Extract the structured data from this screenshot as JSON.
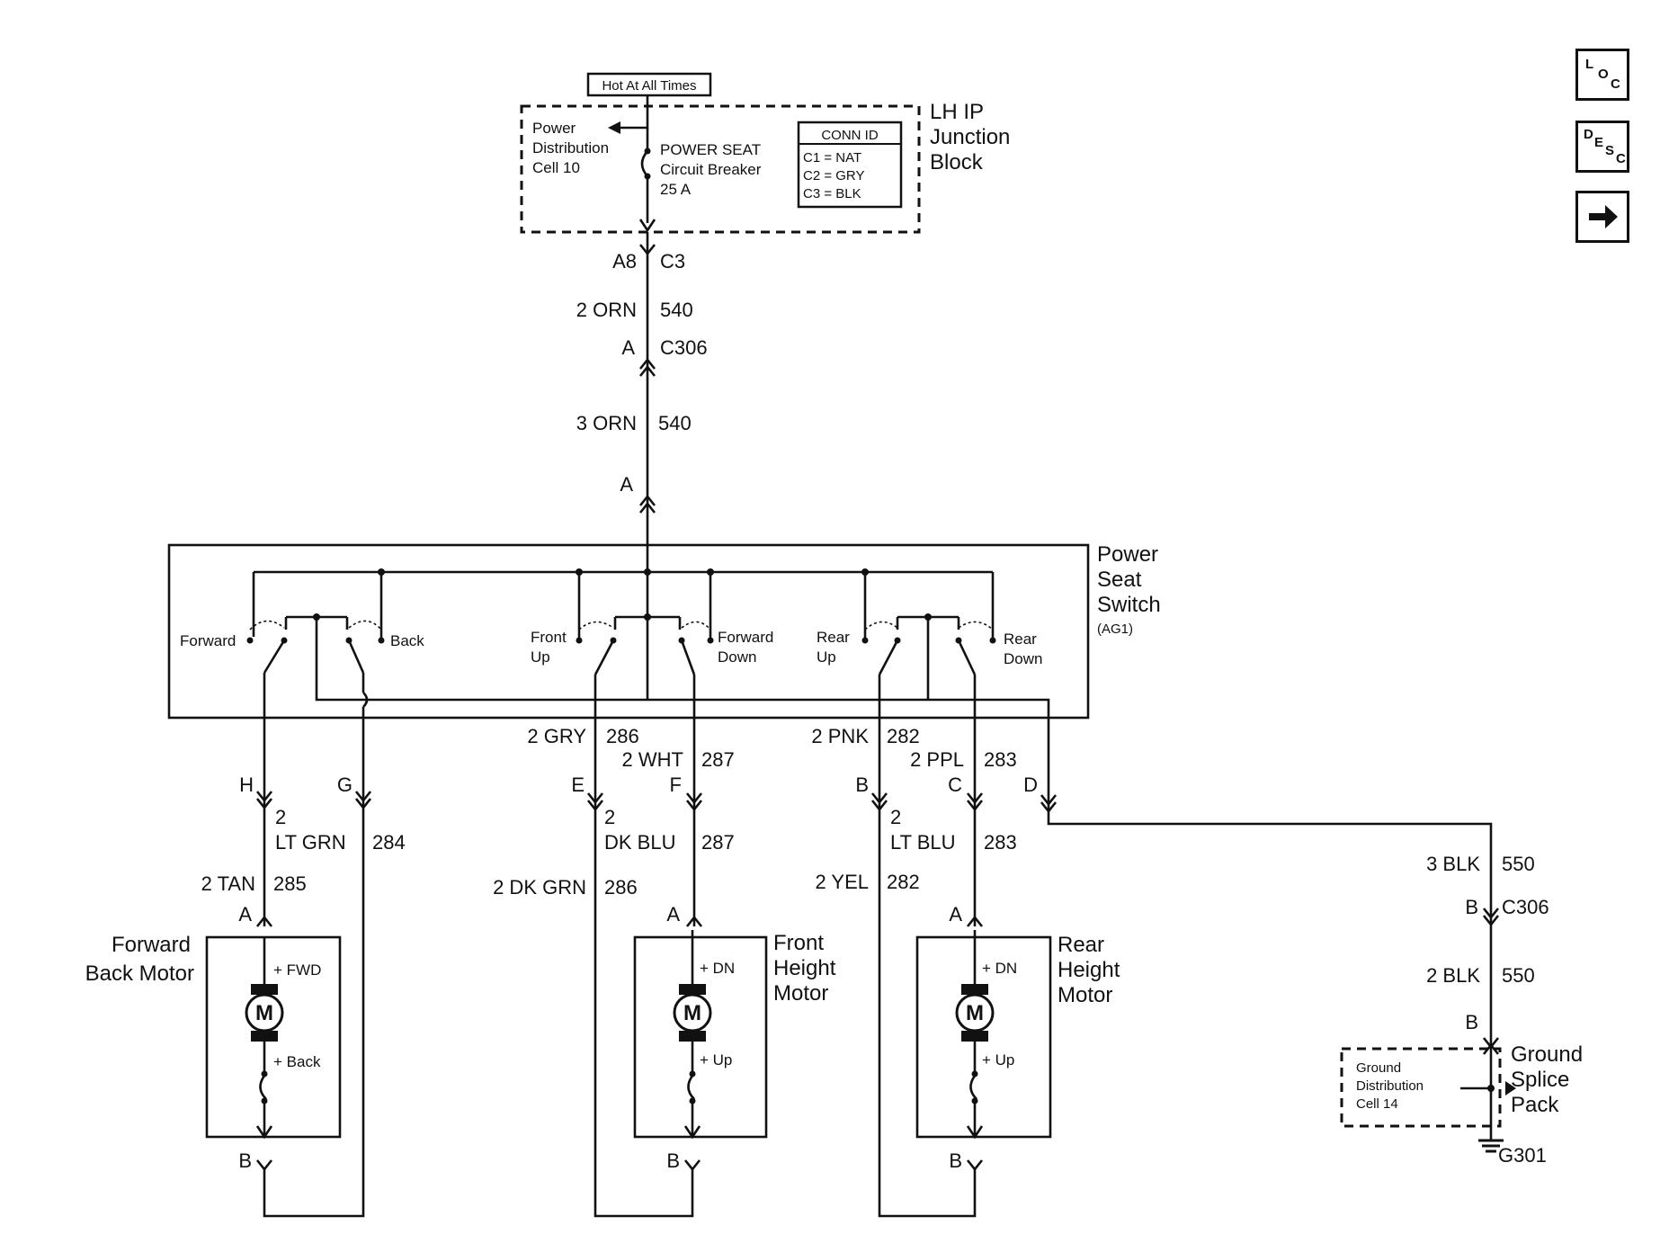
{
  "nav": {
    "loc": [
      "L",
      "O",
      "C"
    ],
    "desc": [
      "D",
      "E",
      "S",
      "C"
    ],
    "next_icon": "arrow-right-icon"
  },
  "hot_label": "Hot At All Times",
  "junction": {
    "title": [
      "LH IP",
      "Junction",
      "Block"
    ],
    "power_dist": [
      "Power",
      "Distribution",
      "Cell 10"
    ],
    "breaker": [
      "POWER SEAT",
      "Circuit Breaker",
      "25 A"
    ],
    "conn_title": "CONN ID",
    "conn": [
      "C1 = NAT",
      "C2 = GRY",
      "C3 = BLK"
    ]
  },
  "feed": {
    "a8": "A8",
    "c3": "C3",
    "w1_color": "2 ORN",
    "w1_num": "540",
    "c306_pin": "A",
    "c306": "C306",
    "w2_color": "3 ORN",
    "w2_num": "540",
    "sw_pin": "A"
  },
  "switch": {
    "title": [
      "Power",
      "Seat",
      "Switch"
    ],
    "code": "(AG1)",
    "labels": {
      "forward": "Forward",
      "back": "Back",
      "front_up": [
        "Front",
        "Up"
      ],
      "forward_down": [
        "Forward",
        "Down"
      ],
      "rear_up": [
        "Rear",
        "Up"
      ],
      "rear_down": [
        "Rear",
        "Down"
      ]
    }
  },
  "wires": {
    "gry_color": "2 GRY",
    "gry_num": "286",
    "wht_color": "2 WHT",
    "wht_num": "287",
    "pnk_color": "2 PNK",
    "pnk_num": "282",
    "ppl_color": "2 PPL",
    "ppl_num": "283",
    "pins": {
      "h": "H",
      "g": "G",
      "e": "E",
      "f": "F",
      "b": "B",
      "c": "C",
      "d": "D"
    },
    "ltgrn": [
      "2",
      "LT GRN"
    ],
    "ltgrn_num": "284",
    "tan_color": "2 TAN",
    "tan_num": "285",
    "dkblu": [
      "2",
      "DK BLU"
    ],
    "dkblu_num": "287",
    "dkgrn_color": "2 DK GRN",
    "dkgrn_num": "286",
    "ltblu": [
      "2",
      "LT BLU"
    ],
    "ltblu_num": "283",
    "yel_color": "2 YEL",
    "yel_num": "282"
  },
  "motors": {
    "forward_back": {
      "title": [
        "Forward",
        "Back Motor"
      ],
      "top": "+ FWD",
      "bottom": "+ Back",
      "pin_a": "A",
      "pin_b": "B"
    },
    "front_height": {
      "title": [
        "Front",
        "Height",
        "Motor"
      ],
      "top": "+ DN",
      "bottom": "+ Up",
      "pin_a": "A",
      "pin_b": "B"
    },
    "rear_height": {
      "title": [
        "Rear",
        "Height",
        "Motor"
      ],
      "top": "+ DN",
      "bottom": "+ Up",
      "pin_a": "A",
      "pin_b": "B"
    },
    "symbol": "M"
  },
  "ground": {
    "blk3_color": "3 BLK",
    "blk3_num": "550",
    "pin_b": "B",
    "c306": "C306",
    "blk2_color": "2 BLK",
    "blk2_num": "550",
    "pin_b2": "B",
    "gdist": [
      "Ground",
      "Distribution",
      "Cell 14"
    ],
    "splice": [
      "Ground",
      "Splice",
      "Pack"
    ],
    "g301": "G301"
  }
}
